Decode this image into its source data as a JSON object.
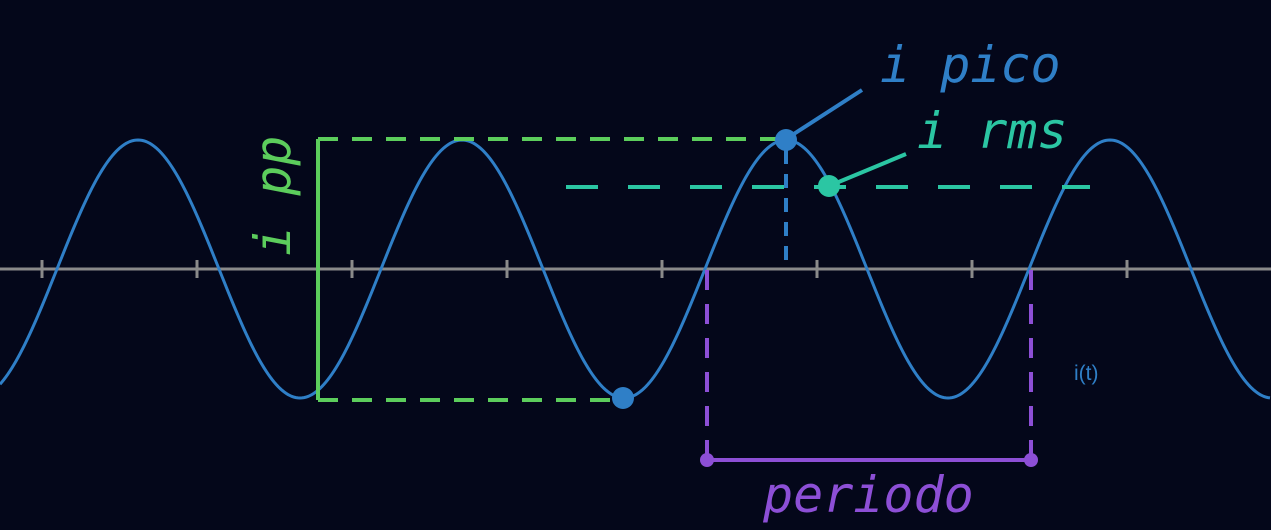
{
  "colors": {
    "background": "#04071a",
    "wave": "#2f7fc7",
    "axis": "#8a8a8a",
    "peak_to_peak": "#5ccd5c",
    "rms": "#2bc6a3",
    "peak": "#2f7fc7",
    "period": "#8d4fd6"
  },
  "labels": {
    "peak": "i pico",
    "rms": "i rms",
    "peak_to_peak": "i pp",
    "period": "periodo",
    "signal": "i(t)"
  }
}
